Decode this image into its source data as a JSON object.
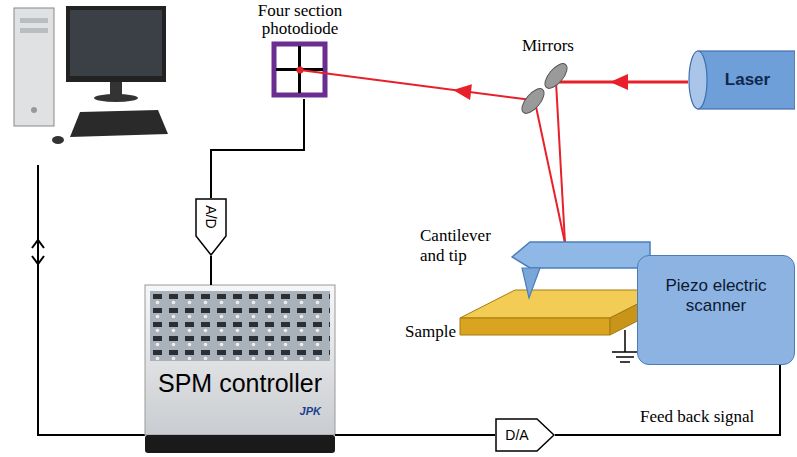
{
  "diagram": {
    "nodes": [
      {
        "text": [
          "Four section photodiode"
        ]
      },
      {
        "text": [
          "Laser"
        ]
      },
      {
        "text": [
          "A/D"
        ]
      },
      {
        "text": [
          "Piezo electric scanner"
        ]
      },
      {
        "text": [
          "SPM controller",
          "JPK"
        ]
      },
      {
        "text": [
          "D/A"
        ]
      }
    ],
    "edges": [
      {
        "from": 0,
        "to": 2,
        "arrow": "none"
      },
      {
        "from": 2,
        "to": 4,
        "arrow": "none"
      },
      {
        "from": 4,
        "to": 5,
        "arrow": "none"
      },
      {
        "from": 5,
        "to": 3,
        "arrow": "none"
      }
    ],
    "labels": [
      "Mirrors",
      "Cantilever and tip",
      "Sample",
      "Feed back signal"
    ]
  }
}
